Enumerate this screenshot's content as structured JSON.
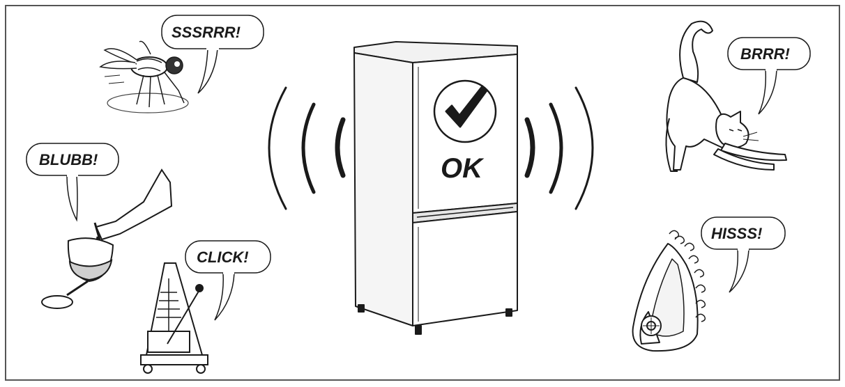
{
  "sounds": {
    "fly": "SSSRRR!",
    "wine": "BLUBB!",
    "metronome": "CLICK!",
    "cat": "BRRR!",
    "iron": "HISSS!"
  },
  "fridge": {
    "status": "OK",
    "check_icon": "checkmark-icon"
  },
  "colors": {
    "ink": "#1a1a1a",
    "paper": "#ffffff",
    "shade": "#e6e6e6"
  }
}
